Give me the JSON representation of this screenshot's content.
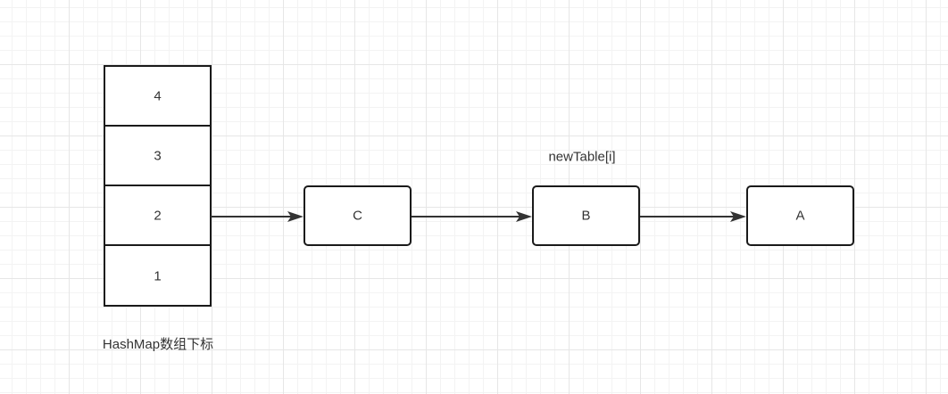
{
  "array": {
    "cells": [
      "4",
      "3",
      "2",
      "1"
    ],
    "caption": "HashMap数组下标"
  },
  "chain": {
    "label": "newTable[i]",
    "nodes": [
      "C",
      "B",
      "A"
    ]
  },
  "colors": {
    "stroke": "#1a1a1a",
    "arrow": "#333333",
    "text": "#333333",
    "grid": "#e6e6e6"
  }
}
